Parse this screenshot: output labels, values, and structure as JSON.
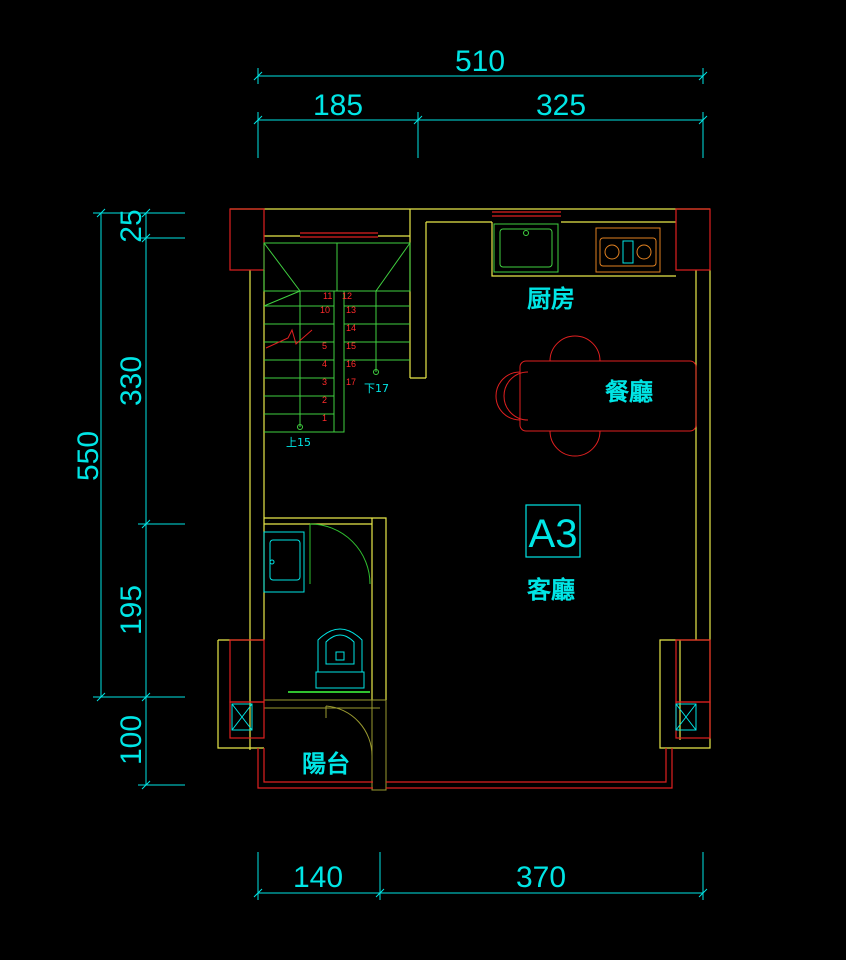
{
  "dimensions": {
    "top_total": "510",
    "top_left": "185",
    "top_right": "325",
    "left_total": "550",
    "left_seg1": "25",
    "left_seg2": "330",
    "left_seg3": "195",
    "left_seg4": "100",
    "bottom_left": "140",
    "bottom_right": "370"
  },
  "rooms": {
    "kitchen": "厨房",
    "dining": "餐廳",
    "living": "客廳",
    "balcony": "陽台"
  },
  "unit_label": "A3",
  "stairs": {
    "left_steps": [
      "11",
      "10",
      "5",
      "4",
      "3",
      "2",
      "1"
    ],
    "right_steps": [
      "12",
      "13",
      "14",
      "15",
      "16",
      "17"
    ],
    "up_label": "上15",
    "down_label": "下17"
  },
  "colors": {
    "background": "#000000",
    "dimension": "#00e5e5",
    "wall": "#e8e84a",
    "wall_dark": "#9a9a30",
    "fixture": "#40d040",
    "column": "#e02020",
    "step_number": "#ff2a2a",
    "door": "#30c030"
  }
}
